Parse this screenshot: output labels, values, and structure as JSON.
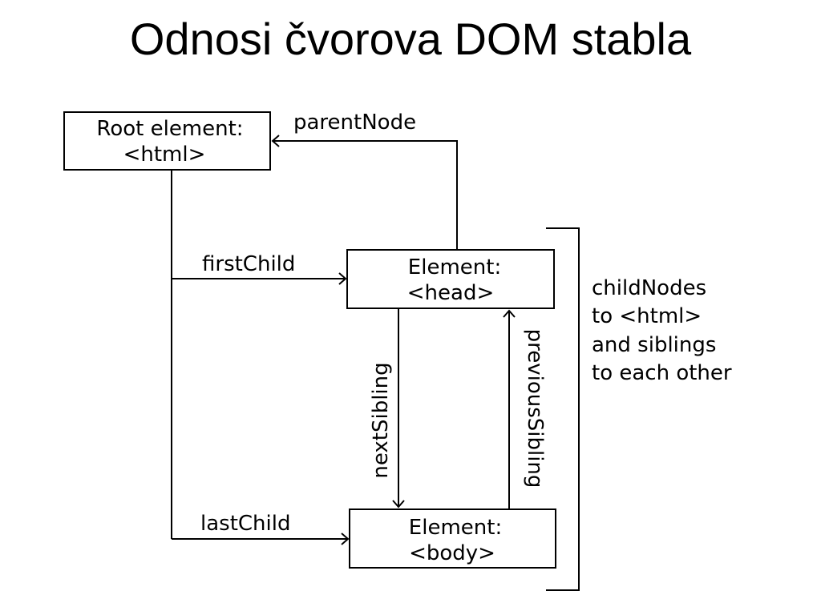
{
  "title": "Odnosi čvorova DOM stabla",
  "colors": {
    "stroke": "#000000",
    "background": "#ffffff"
  },
  "nodes": {
    "root": {
      "line1": "Root element:",
      "line2": "<html>"
    },
    "head": {
      "line1": "Element:",
      "line2": "<head>"
    },
    "body": {
      "line1": "Element:",
      "line2": "<body>"
    }
  },
  "edges": {
    "parent_node": "parentNode",
    "first_child": "firstChild",
    "last_child": "lastChild",
    "next_sibling": "nextSibling",
    "previous_sibling": "previousSibling"
  },
  "bracket_note": [
    "childNodes",
    "to <html>",
    "and siblings",
    "to each other"
  ]
}
